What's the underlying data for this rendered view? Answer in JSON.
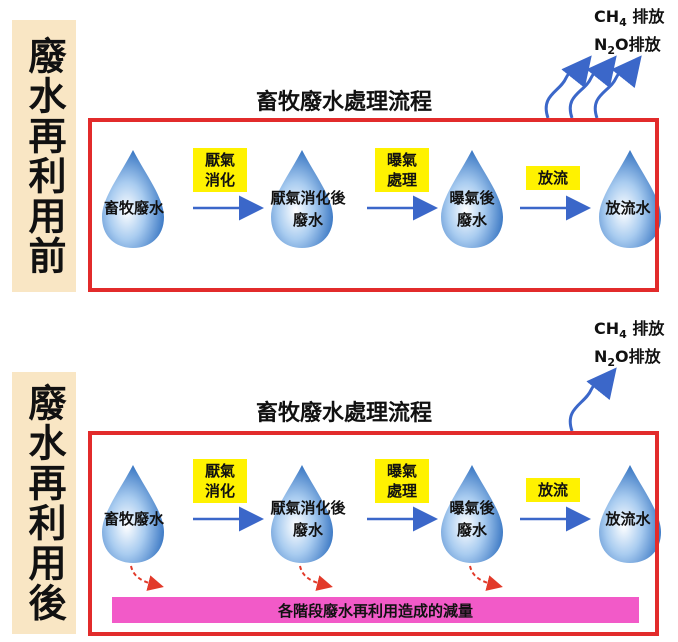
{
  "panels": [
    {
      "side_label": "廢水再利用前",
      "title": "畜牧廢水處理流程",
      "emission_line1": "CH",
      "emission_sub1": "4",
      "emission_tail1": " 排放",
      "emission_line2a": "N",
      "emission_sub2": "2",
      "emission_line2b": "O排放",
      "stages": [
        "畜牧廢水",
        "厭氣消化後\n廢水",
        "曝氣後\n廢水",
        "放流水"
      ],
      "steps": [
        "厭氣\n消化",
        "曝氣\n處理",
        "放流"
      ]
    },
    {
      "side_label": "廢水再利用後",
      "title": "畜牧廢水處理流程",
      "emission_line1": "CH",
      "emission_sub1": "4",
      "emission_tail1": " 排放",
      "emission_line2a": "N",
      "emission_sub2": "2",
      "emission_line2b": "O排放",
      "stages": [
        "畜牧廢水",
        "厭氣消化後\n廢水",
        "曝氣後\n廢水",
        "放流水"
      ],
      "steps": [
        "厭氣\n消化",
        "曝氣\n處理",
        "放流"
      ],
      "reduction_label": "各階段廢水再利用造成的減量"
    }
  ],
  "colors": {
    "frame_border": "#e22b2b",
    "side_bg": "#f9e6c4",
    "step_tag": "#fff200",
    "arrow": "#3b67c9",
    "emission_arrow": "#3b67c9",
    "reduction_arrow": "#e23a2a",
    "reduction_bar": "#f25ac8",
    "droplet": "#5a93d6"
  }
}
